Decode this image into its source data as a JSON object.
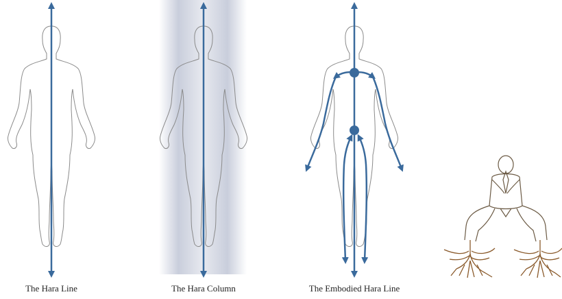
{
  "captions": {
    "hara_line": "The Hara Line",
    "hara_column": "The Hara Column",
    "embodied_hara_line": "The Embodied Hara Line"
  },
  "colors": {
    "arrow_blue": "#3a6a9c",
    "outline_gray": "#8a8a8a",
    "root_brown": "#8a5a2b",
    "column_shade": "#c9cedc"
  },
  "icons": {
    "figure": "human-outline-icon",
    "arrow": "double-arrow-icon",
    "rooted_figure": "rooted-meditator-icon"
  }
}
